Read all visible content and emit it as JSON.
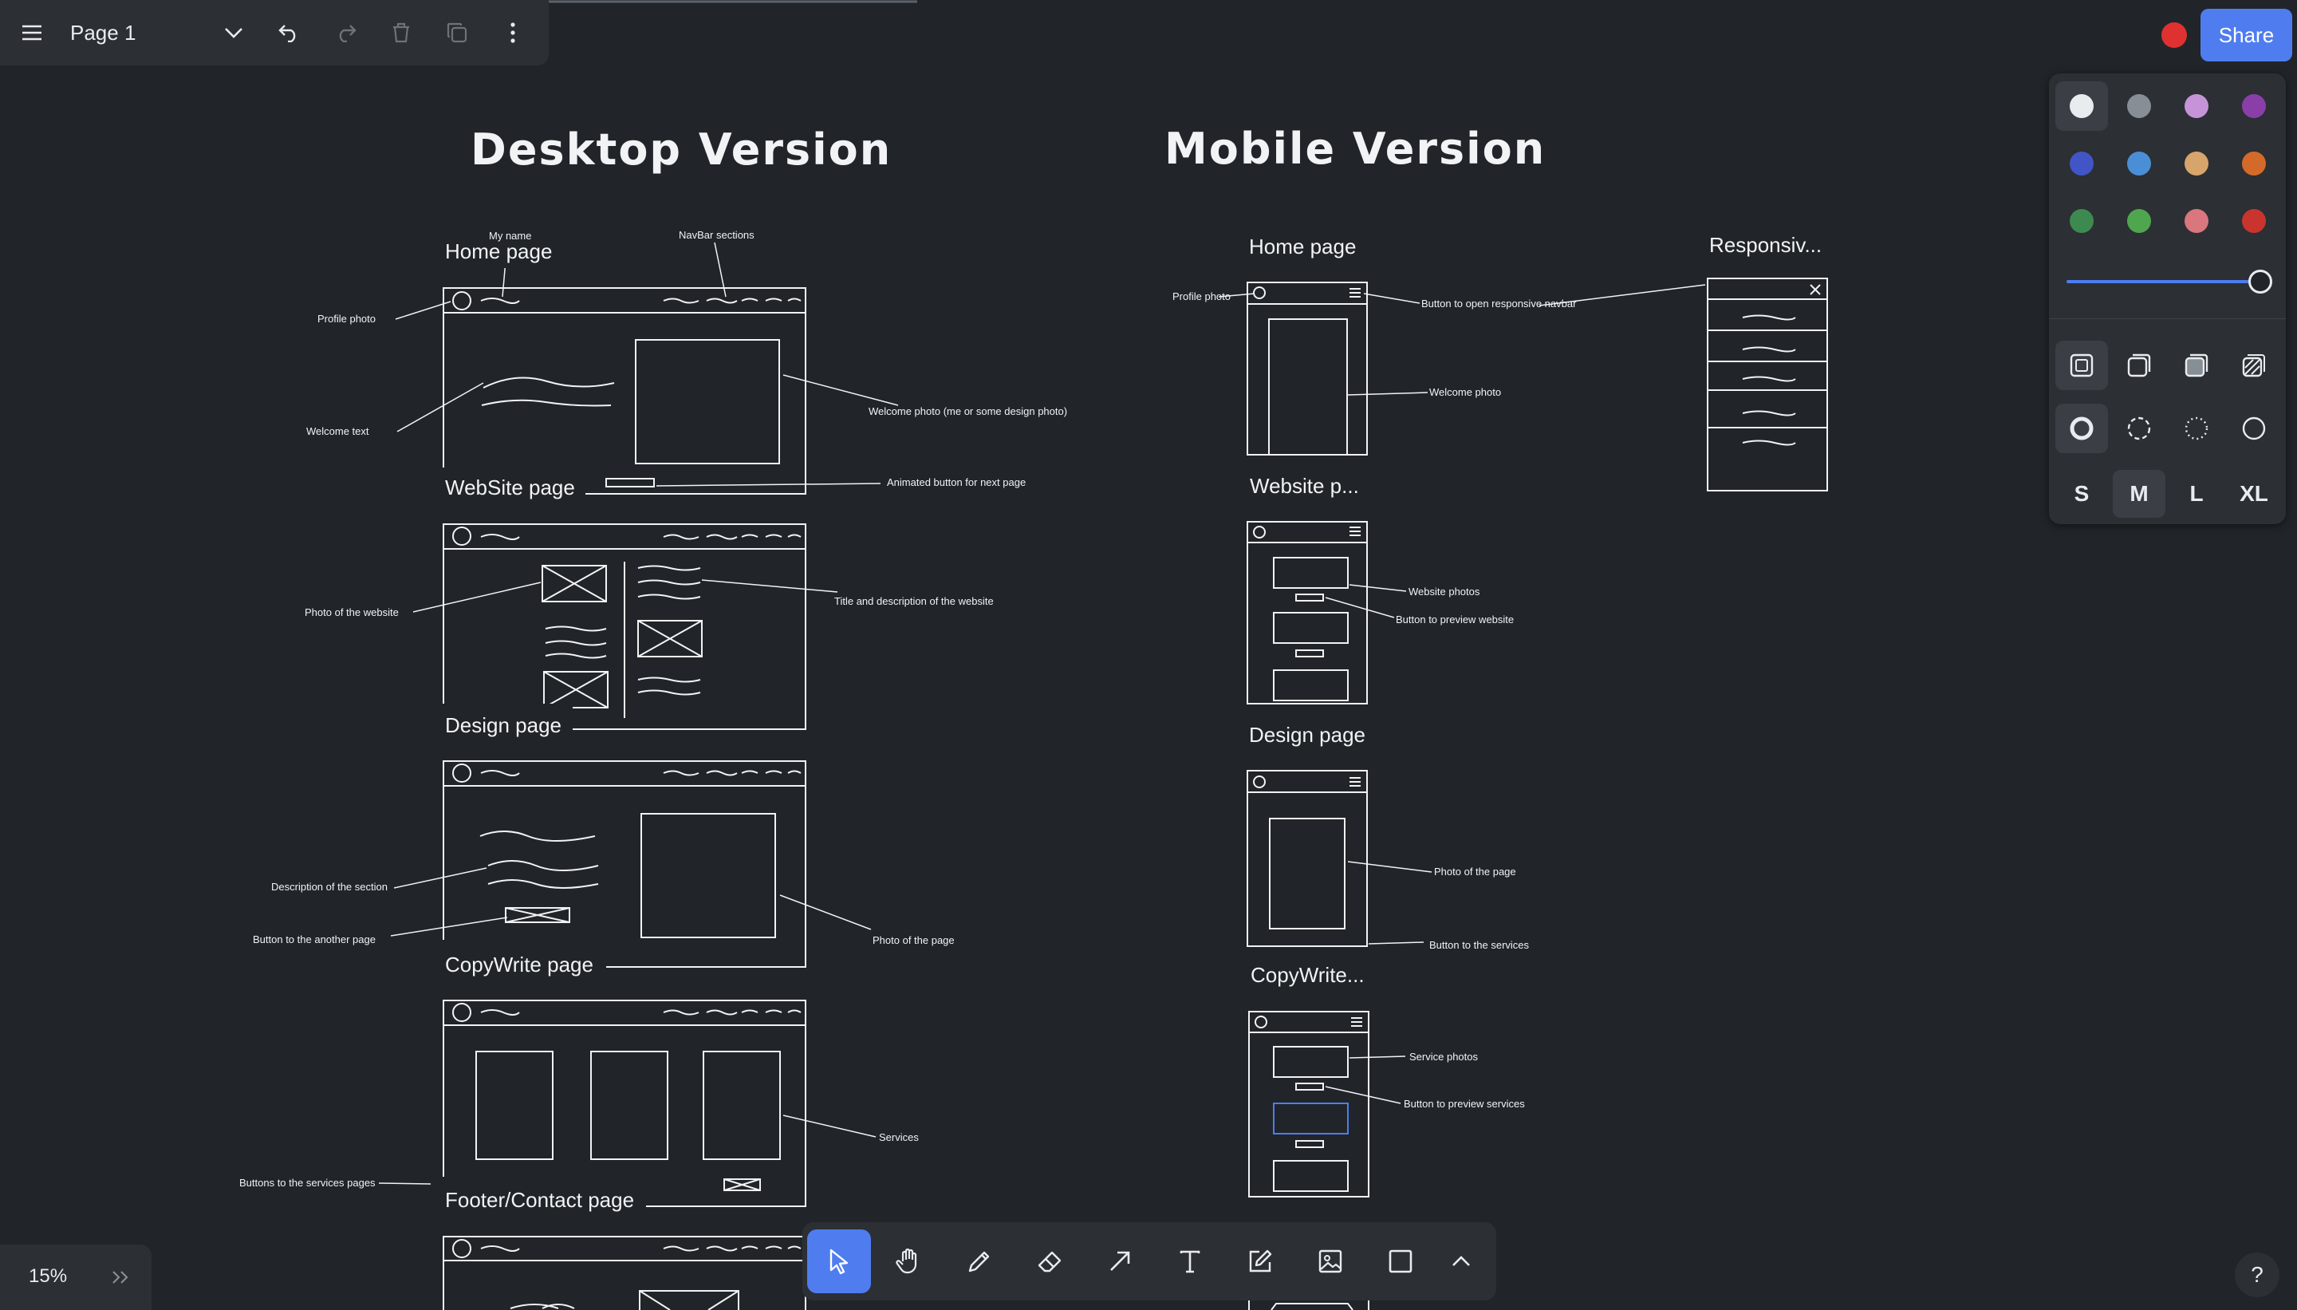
{
  "app": {
    "menu": {
      "page_name": "Page 1"
    },
    "share_label": "Share",
    "zoom": "15%",
    "help": "?"
  },
  "headings": {
    "desktop": "Desktop Version",
    "mobile": "Mobile Version"
  },
  "desktop": {
    "captions": {
      "home": "Home page",
      "website": "WebSite page",
      "design": "Design page",
      "copywrite": "CopyWrite page",
      "footer": "Footer/Contact page"
    },
    "annotations": {
      "my_name": "My name",
      "navbar": "NavBar sections",
      "profile_photo": "Profile photo",
      "welcome_text": "Welcome text",
      "welcome_photo": "Welcome photo (me or some design photo)",
      "animated_button": "Animated button for next page",
      "photo_website": "Photo of the website",
      "title_desc": "Title and description of the website",
      "desc_section": "Description of the section",
      "button_another": "Button to the another page",
      "photo_page": "Photo of the page",
      "services": "Services",
      "buttons_services": "Buttons to the services pages"
    }
  },
  "mobile": {
    "captions": {
      "home": "Home page",
      "responsive": "Responsiv...",
      "website": "Website p...",
      "design": "Design page",
      "copywrite": "CopyWrite..."
    },
    "annotations": {
      "profile_photo": "Profile photo",
      "open_navbar": "Button to open responsive navbar",
      "welcome_photo": "Welcome photo",
      "website_photos": "Website photos",
      "preview_website": "Button to preview website",
      "photo_page": "Photo of the page",
      "button_services": "Button to the services",
      "service_photos": "Service photos",
      "preview_services": "Button to preview services"
    }
  },
  "style_panel": {
    "colors": [
      "#e9ecef",
      "#868e96",
      "#c693d9",
      "#8a3fa8",
      "#4255c7",
      "#4a8fd6",
      "#d7a56c",
      "#d46a2a",
      "#3d8a50",
      "#4fa64f",
      "#d9767e",
      "#c9352e"
    ],
    "selected_color": "#e9ecef",
    "opacity": 1.0,
    "sizes": [
      "S",
      "M",
      "L",
      "XL"
    ],
    "selected_size": "M"
  },
  "toolbar": {
    "tools": [
      "select-icon",
      "hand-icon",
      "draw-icon",
      "eraser-icon",
      "arrow-icon",
      "text-icon",
      "note-icon",
      "image-icon",
      "rectangle-icon",
      "chevron-up-icon"
    ],
    "selected": "select-icon"
  }
}
